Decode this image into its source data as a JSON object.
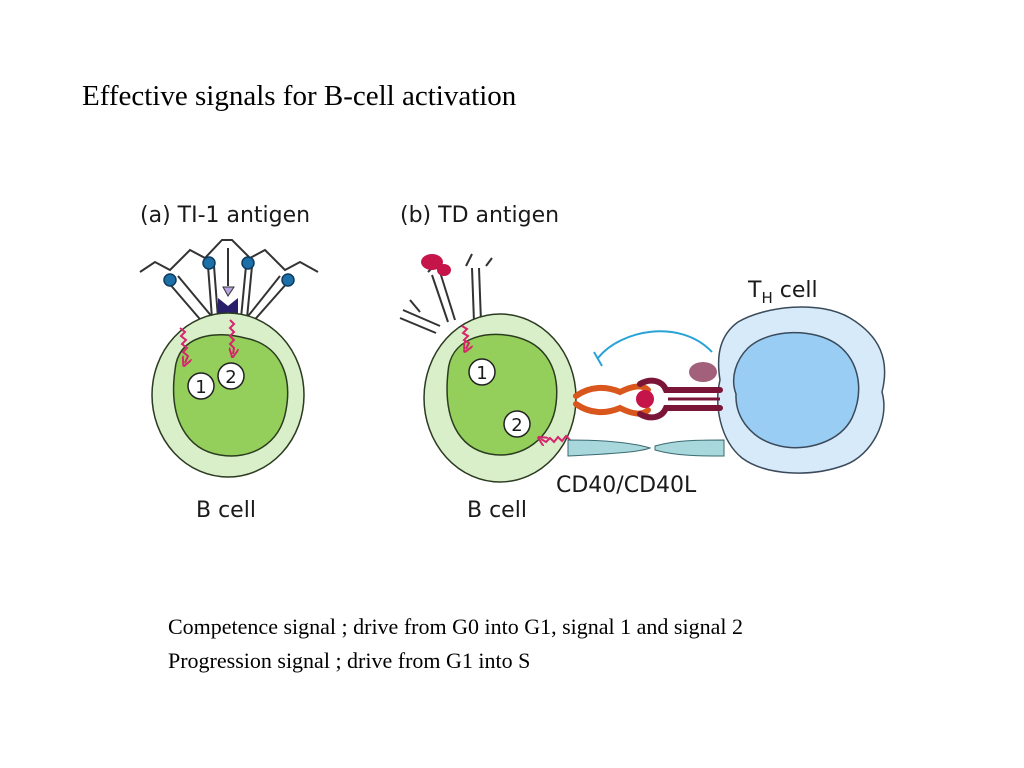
{
  "slide": {
    "title": "Effective signals for B-cell activation"
  },
  "panel_a": {
    "heading": "(a)  TI-1 antigen",
    "cell_label": "B cell",
    "signal_1": "1",
    "signal_2": "2"
  },
  "panel_b": {
    "heading": "(b)  TD antigen",
    "cell_label": "B cell",
    "th_label_main": "T",
    "th_label_sub": "H",
    "th_label_rest": " cell",
    "costim_label": "CD40/CD40L",
    "signal_1": "1",
    "signal_2": "2"
  },
  "notes": {
    "line1": "Competence signal ; drive from G0 into G1, signal 1 and signal 2",
    "line2": "Progression signal ; drive from G1 into S"
  },
  "colors": {
    "outer_cell": "#d9efc9",
    "nucleus": "#94cf5b",
    "th_outer": "#d6eafa",
    "th_nucleus": "#99cdf3",
    "signal_arrow": "#d6256b",
    "antigen_blue": "#1d6fa8",
    "antigen_red": "#c5144a",
    "cd40": "#a8d8dc",
    "tcr_maroon": "#7b1538",
    "mhc_orange": "#d9561d",
    "link_blue": "#29a3d6"
  }
}
